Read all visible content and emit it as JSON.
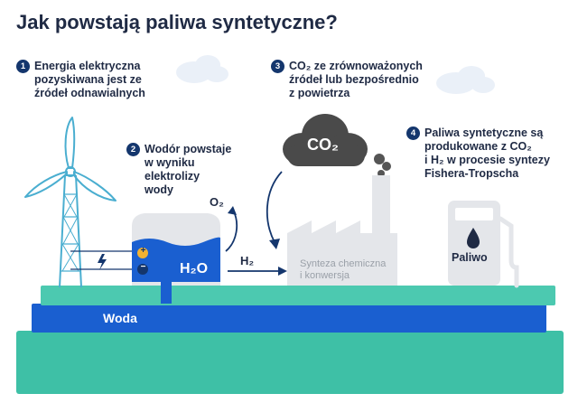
{
  "title": "Jak powstają paliwa syntetyczne?",
  "steps": [
    {
      "num": "1",
      "text": "Energia elektryczna\npozyskiwana jest ze\nźródeł odnawialnych"
    },
    {
      "num": "2",
      "text": "Wodór powstaje\nw wyniku\nelektrolizy\nwody"
    },
    {
      "num": "3",
      "text": "CO₂ ze zrównoważonych\nźródeł lub bezpośrednio\nz powietrza"
    },
    {
      "num": "4",
      "text": "Paliwa syntetyczne są\nprodukowane z CO₂\ni H₂ w procesie syntezy\nFishera-Tropscha"
    }
  ],
  "labels": {
    "co2_cloud": "CO₂",
    "o2": "O₂",
    "h2o": "H₂O",
    "h2": "H₂",
    "synthesis": "Synteza chemiczna\ni konwersja",
    "fuel": "Paliwo",
    "water": "Woda",
    "plus": "+",
    "minus": "−"
  },
  "colors": {
    "navy": "#14366d",
    "blue": "#1a5fd0",
    "teal": "#4cc9b0",
    "grey": "#e4e6ea",
    "cloud_dark": "#4a4a4a"
  }
}
